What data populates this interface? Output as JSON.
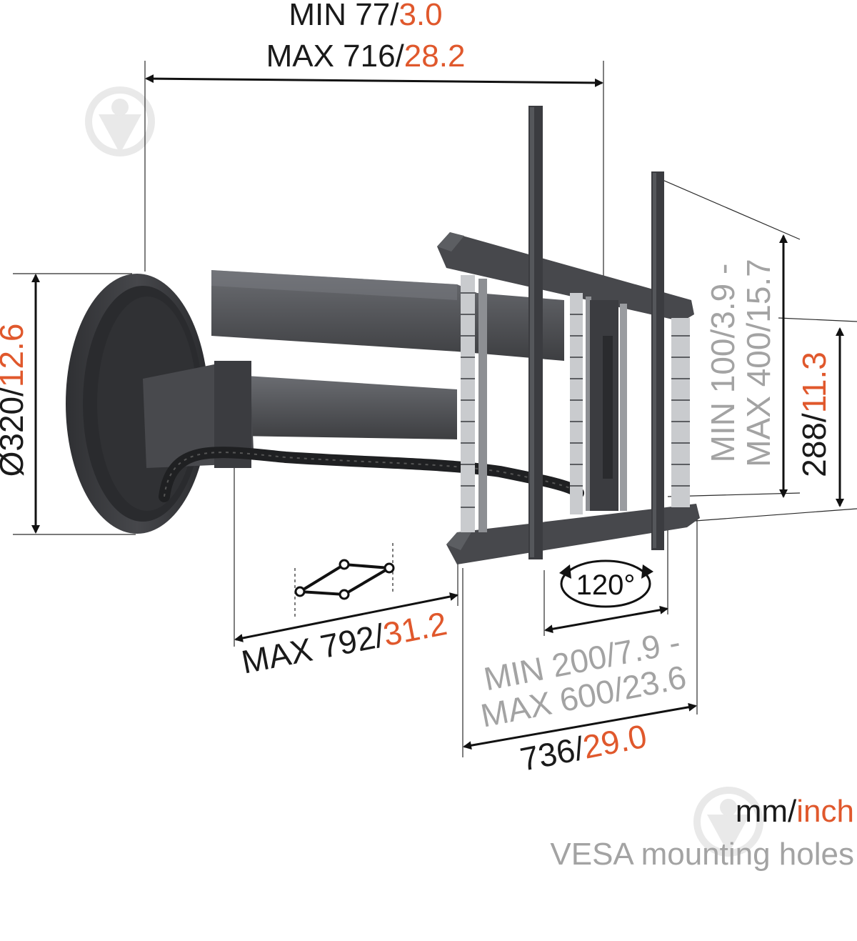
{
  "colors": {
    "text": "#1a1a1a",
    "inch": "#e0582c",
    "vesa": "#a3a3a3",
    "mount_dark": "#3d3e41",
    "mount_mid": "#55575b",
    "mount_light": "#6b6d72",
    "rail_silver": "#c9cbce"
  },
  "dimensions": {
    "depth": {
      "mm": "MIN 77/",
      "inch": "3.0",
      "mm2": "MAX 716/",
      "inch2": "28.2"
    },
    "plate_diameter": {
      "mm": "Ø320/",
      "inch": "12.6"
    },
    "arm_extension": {
      "mm": "MAX 792/",
      "inch": "31.2"
    },
    "vesa_vertical": {
      "line1_mm": "MIN 100/",
      "line1_inch": "3.9 -",
      "line2_mm": "MAX 400/",
      "line2_inch": "15.7"
    },
    "vertical_height": {
      "mm": "288/",
      "inch": "11.3"
    },
    "vesa_horizontal": {
      "line1_mm": "MIN 200/",
      "line1_inch": "7.9 -",
      "line2_mm": "MAX 600/",
      "line2_inch": "23.6"
    },
    "frame_width": {
      "mm": "736/",
      "inch": "29.0"
    },
    "rotation": "120°"
  },
  "legend": {
    "units_mm": "mm/",
    "units_inch": "inch",
    "vesa_note": "VESA mounting holes"
  },
  "icons": {
    "watermark": "pin-watermark-icon",
    "swivel": "rotation-arrow-icon",
    "arm_symbol": "articulated-arm-icon"
  }
}
